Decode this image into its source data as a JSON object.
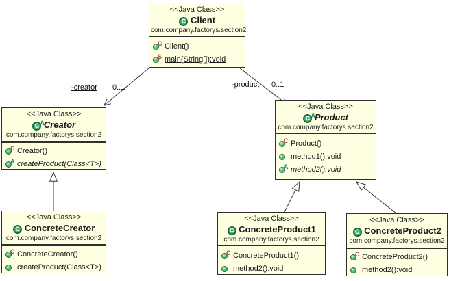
{
  "diagram": {
    "kind": "UML class diagram",
    "pattern": "Factory Method"
  },
  "colors": {
    "class_fill": "#FFFFE1",
    "class_border": "#2F2F2F",
    "icon_green": "#2E9E5B",
    "constructor_tag_red": "#A93B2E",
    "abstract_tag_teal": "#0B7F6E"
  },
  "icons": {
    "class_letter": "C"
  },
  "classes": {
    "client": {
      "stereotype": "<<Java Class>>",
      "name": "Client",
      "package": "com.company.factorys.section2",
      "methods": [
        {
          "label": "Client()",
          "tag": "C"
        },
        {
          "label": "main(String[]):void",
          "tag": "S"
        }
      ]
    },
    "creator": {
      "stereotype": "<<Java Class>>",
      "name": "Creator",
      "abstract": true,
      "icon_tag": "A",
      "package": "com.company.factorys.section2",
      "methods": [
        {
          "label": "Creator()",
          "tag": "C"
        },
        {
          "label": "createProduct(Class<T>)",
          "tag": "A"
        }
      ]
    },
    "product": {
      "stereotype": "<<Java Class>>",
      "name": "Product",
      "abstract": true,
      "icon_tag": "A",
      "package": "com.company.factorys.section2",
      "methods": [
        {
          "label": "Product()",
          "tag": "C"
        },
        {
          "label": "method1():void",
          "tag": ""
        },
        {
          "label": "method2():void",
          "tag": "A"
        }
      ]
    },
    "concrete_creator": {
      "stereotype": "<<Java Class>>",
      "name": "ConcreteCreator",
      "package": "com.company.factorys.section2",
      "methods": [
        {
          "label": "ConcreteCreator()",
          "tag": "C"
        },
        {
          "label": "createProduct(Class<T>)",
          "tag": ""
        }
      ]
    },
    "concrete_product1": {
      "stereotype": "<<Java Class>>",
      "name": "ConcreteProduct1",
      "package": "com.company.factorys.section2",
      "methods": [
        {
          "label": "ConcreteProduct1()",
          "tag": "C"
        },
        {
          "label": "method2():void",
          "tag": ""
        }
      ]
    },
    "concrete_product2": {
      "stereotype": "<<Java Class>>",
      "name": "ConcreteProduct2",
      "package": "com.company.factorys.section2",
      "methods": [
        {
          "label": "ConcreteProduct2()",
          "tag": "C"
        },
        {
          "label": "method2():void",
          "tag": ""
        }
      ]
    }
  },
  "associations": {
    "creator": {
      "role": "-creator",
      "multiplicity": "0..1"
    },
    "product": {
      "role": "-product",
      "multiplicity": "0..1"
    }
  }
}
